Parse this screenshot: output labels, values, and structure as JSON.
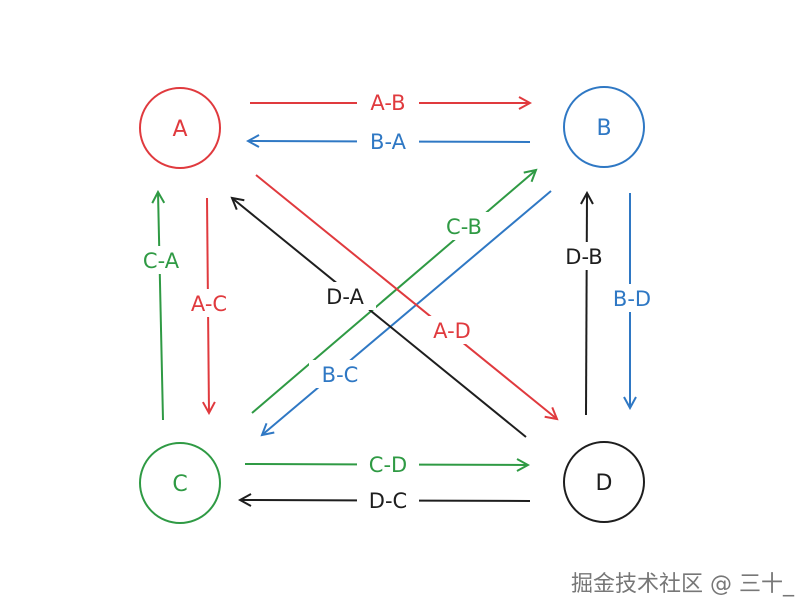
{
  "colors": {
    "red": "#e03a3e",
    "blue": "#2f78c4",
    "green": "#2f9a44",
    "black": "#1e1e1e"
  },
  "nodes": {
    "A": {
      "label": "A",
      "color": "red"
    },
    "B": {
      "label": "B",
      "color": "blue"
    },
    "C": {
      "label": "C",
      "color": "green"
    },
    "D": {
      "label": "D",
      "color": "black"
    }
  },
  "edges": {
    "AB": {
      "label": "A-B",
      "color": "red"
    },
    "BA": {
      "label": "B-A",
      "color": "blue"
    },
    "CD": {
      "label": "C-D",
      "color": "green"
    },
    "DC": {
      "label": "D-C",
      "color": "black"
    },
    "CA": {
      "label": "C-A",
      "color": "green"
    },
    "AC": {
      "label": "A-C",
      "color": "red"
    },
    "DB": {
      "label": "D-B",
      "color": "black"
    },
    "BD": {
      "label": "B-D",
      "color": "blue"
    },
    "CB": {
      "label": "C-B",
      "color": "green"
    },
    "DA": {
      "label": "D-A",
      "color": "black"
    },
    "AD": {
      "label": "A-D",
      "color": "red"
    },
    "BC": {
      "label": "B-C",
      "color": "blue"
    }
  },
  "watermark": "掘金技术社区 @ 三十_"
}
